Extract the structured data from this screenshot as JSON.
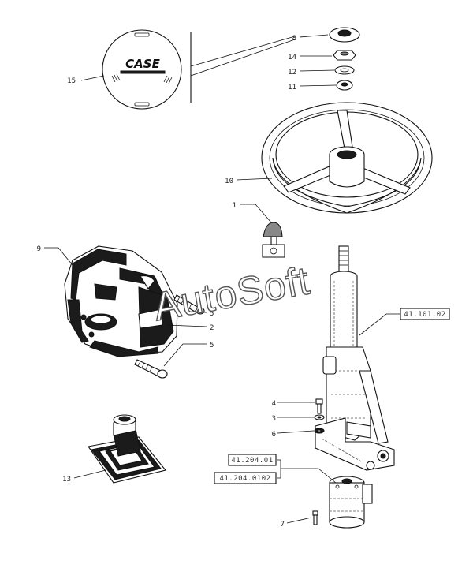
{
  "callouts": {
    "c15": "15",
    "c8": "8",
    "c14": "14",
    "c12": "12",
    "c11": "11",
    "c10": "10",
    "c1": "1",
    "c9": "9",
    "c5a": "5",
    "c2": "2",
    "c5b": "5",
    "c4": "4",
    "c3": "3",
    "c6": "6",
    "c13": "13",
    "c7": "7"
  },
  "references": {
    "r1": "41.101.02",
    "r2": "41.204.01",
    "r3": "41.204.0102"
  },
  "logo": "CASE",
  "watermark": "AutoSoft"
}
